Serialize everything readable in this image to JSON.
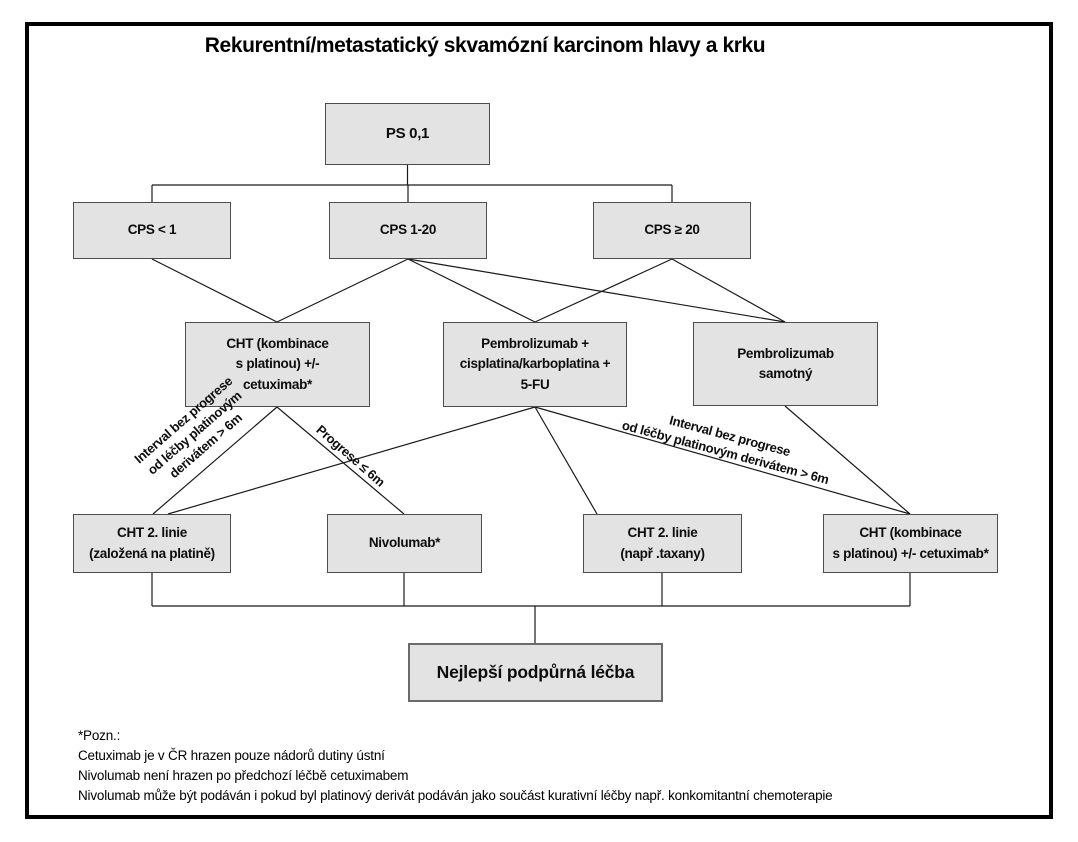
{
  "title": "Rekurentní/metastatický skvamózní karcinom hlavy a krku",
  "nodes": {
    "ps": {
      "label": "PS 0,1"
    },
    "cps_lt1": {
      "label": "CPS < 1"
    },
    "cps_1_20": {
      "label": "CPS 1-20"
    },
    "cps_ge20": {
      "label": "CPS ≥ 20"
    },
    "cht_first": {
      "label": "CHT (kombinace\ns platinou) +/-\ncetuximab*"
    },
    "pembro_combo": {
      "label": "Pembrolizumab +\ncisplatina/karboplatina +\n5-FU"
    },
    "pembro_mono": {
      "label": "Pembrolizumab\nsamotný"
    },
    "cht2_platinum": {
      "label": "CHT 2. linie\n(založená na platině)"
    },
    "nivolumab": {
      "label": "Nivolumab*"
    },
    "cht2_taxanes": {
      "label": "CHT 2. linie\n(např .taxany)"
    },
    "cht_cetuximab": {
      "label": "CHT (kombinace\ns platinou) +/- cetuximab*"
    },
    "best_care": {
      "label": "Nejlepší podpůrná léčba"
    }
  },
  "edge_labels": {
    "interval_left": "Interval bez progrese\nod léčby platinovým\nderivátem > 6m",
    "progression": "Progrese ≤ 6m",
    "interval_right": "Interval bez progrese\nod léčby platinovým derivátem > 6m"
  },
  "footnotes": {
    "line1": "*Pozn.:",
    "line2": "Cetuximab je v ČR hrazen pouze nádorů dutiny ústní",
    "line3": "Nivolumab není hrazen po předchozí léčbě cetuximabem",
    "line4": "Nivolumab může být podáván i pokud byl platinový derivát podáván jako součást kurativní léčby např. konkomitantní chemoterapie"
  },
  "colors": {
    "box_fill": "#e3e3e3",
    "box_border": "#4d4d4d",
    "line": "#1a1a1a",
    "page_border": "#000000"
  }
}
